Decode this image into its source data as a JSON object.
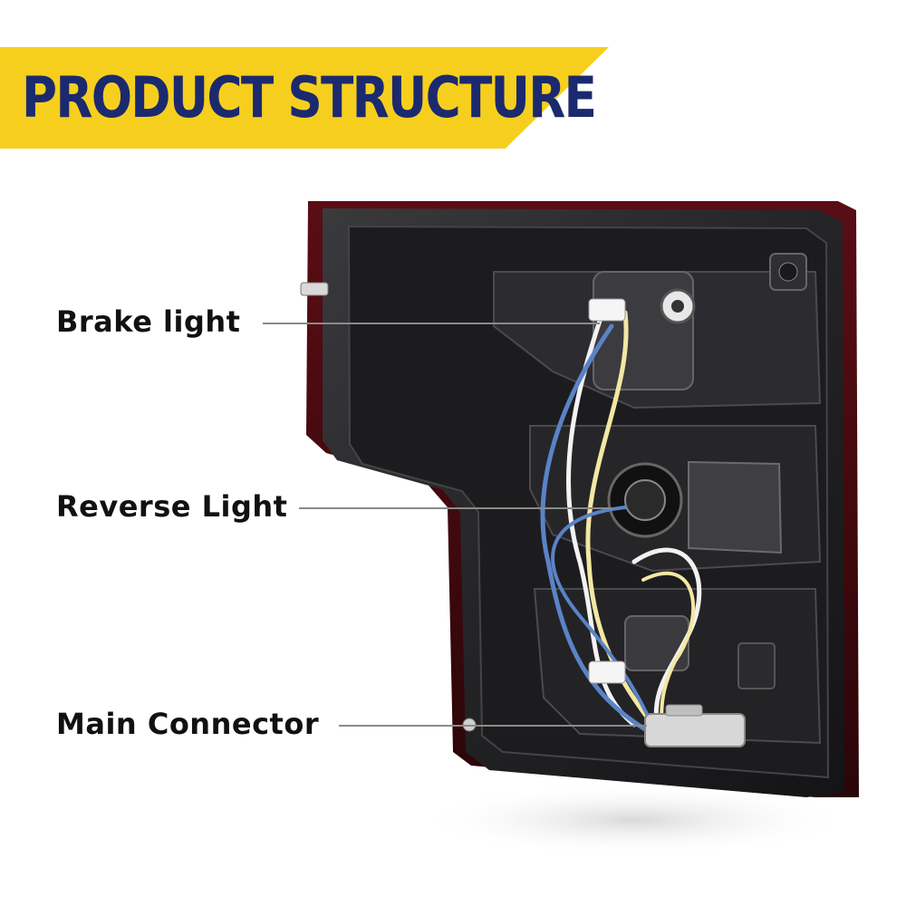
{
  "banner": {
    "title": "PRODUCT STRUCTURE",
    "color": "#f6cf1e",
    "text_color": "#1b2a6e"
  },
  "callouts": [
    {
      "label": "Brake light"
    },
    {
      "label": "Reverse Light"
    },
    {
      "label": "Main Connector"
    }
  ],
  "product": {
    "name": "tail-light-housing-rear-view"
  }
}
